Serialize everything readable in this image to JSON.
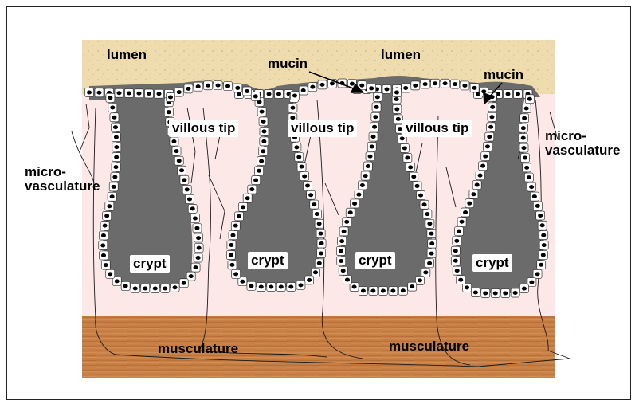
{
  "diagram": {
    "labels": {
      "lumen_left": "lumen",
      "lumen_right": "lumen",
      "mucin_left": "mucin",
      "mucin_right": "mucin",
      "villous_tip_1": "villous tip",
      "villous_tip_2": "villous tip",
      "villous_tip_3": "villous tip",
      "micro_left": "micro-\nvasculature",
      "micro_right": "micro-\nvasculature",
      "crypt_1": "crypt",
      "crypt_2": "crypt",
      "crypt_3": "crypt",
      "crypt_4": "crypt",
      "muscle_left": "musculature",
      "muscle_right": "musculature"
    },
    "colors": {
      "lumen": "#efdcae",
      "mucosa": "#fde8e8",
      "muscle": "#c98046",
      "mucin": "#6b6b6b",
      "cell": "#ffffff",
      "nucleus": "#000000",
      "vessel": "#1a1a1a"
    }
  }
}
